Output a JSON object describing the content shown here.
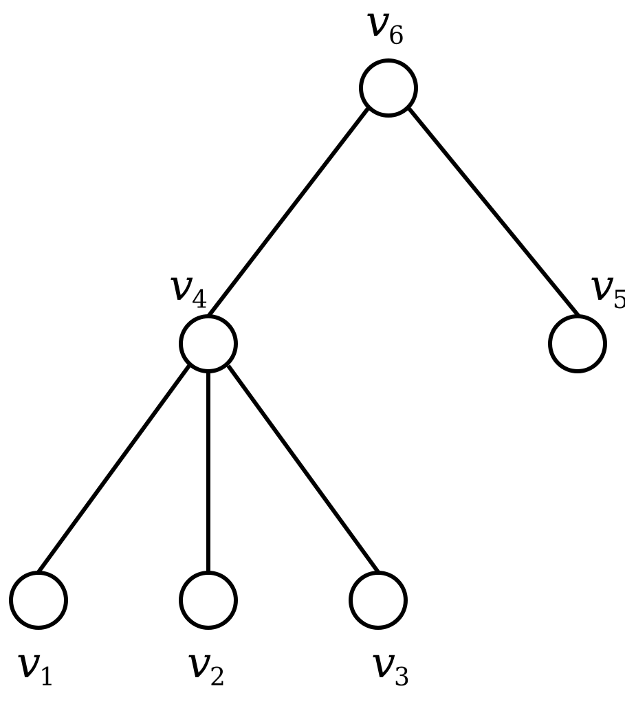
{
  "nodes": [
    {
      "id": "v6",
      "base": "v",
      "sub": "6"
    },
    {
      "id": "v4",
      "base": "v",
      "sub": "4"
    },
    {
      "id": "v5",
      "base": "v",
      "sub": "5"
    },
    {
      "id": "v1",
      "base": "v",
      "sub": "1"
    },
    {
      "id": "v2",
      "base": "v",
      "sub": "2"
    },
    {
      "id": "v3",
      "base": "v",
      "sub": "3"
    }
  ],
  "edges": [
    {
      "from": "v6",
      "to": "v4"
    },
    {
      "from": "v6",
      "to": "v5"
    },
    {
      "from": "v4",
      "to": "v1"
    },
    {
      "from": "v4",
      "to": "v2"
    },
    {
      "from": "v4",
      "to": "v3"
    }
  ]
}
